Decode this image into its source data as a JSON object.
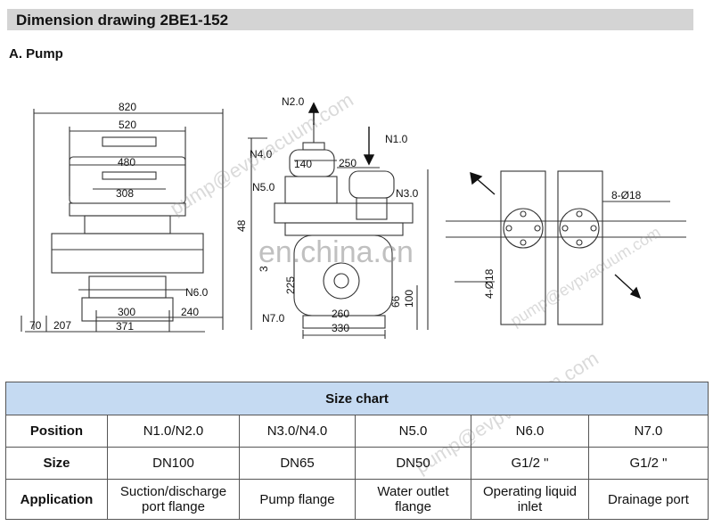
{
  "title": "Dimension drawing 2BE1-152",
  "subtitle": "A.  Pump",
  "watermark": "pump@evpvacuum.com",
  "brand_watermark": "en.china.cn",
  "drawing": {
    "front_dims": [
      "820",
      "520",
      "480",
      "308",
      "300",
      "371",
      "240",
      "70",
      "207",
      "N6.0"
    ],
    "side_labels": [
      "N2.0",
      "N1.0",
      "N4.0",
      "N5.0",
      "N3.0",
      "N7.0",
      "140",
      "250",
      "48",
      "3",
      "225",
      "66",
      "100",
      "260",
      "330"
    ],
    "flange_labels": [
      "8-Ø18",
      "4-Ø18"
    ]
  },
  "size_chart": {
    "heading": "Size chart",
    "rows": [
      {
        "label": "Position",
        "cells": [
          "N1.0/N2.0",
          "N3.0/N4.0",
          "N5.0",
          "N6.0",
          "N7.0"
        ]
      },
      {
        "label": "Size",
        "cells": [
          "DN100",
          "DN65",
          "DN50",
          "G1/2 \"",
          "G1/2 \""
        ]
      },
      {
        "label": "Application",
        "cells": [
          "Suction/discharge port flange",
          "Pump flange",
          "Water outlet flange",
          "Operating liquid inlet",
          "Drainage port"
        ]
      }
    ]
  }
}
